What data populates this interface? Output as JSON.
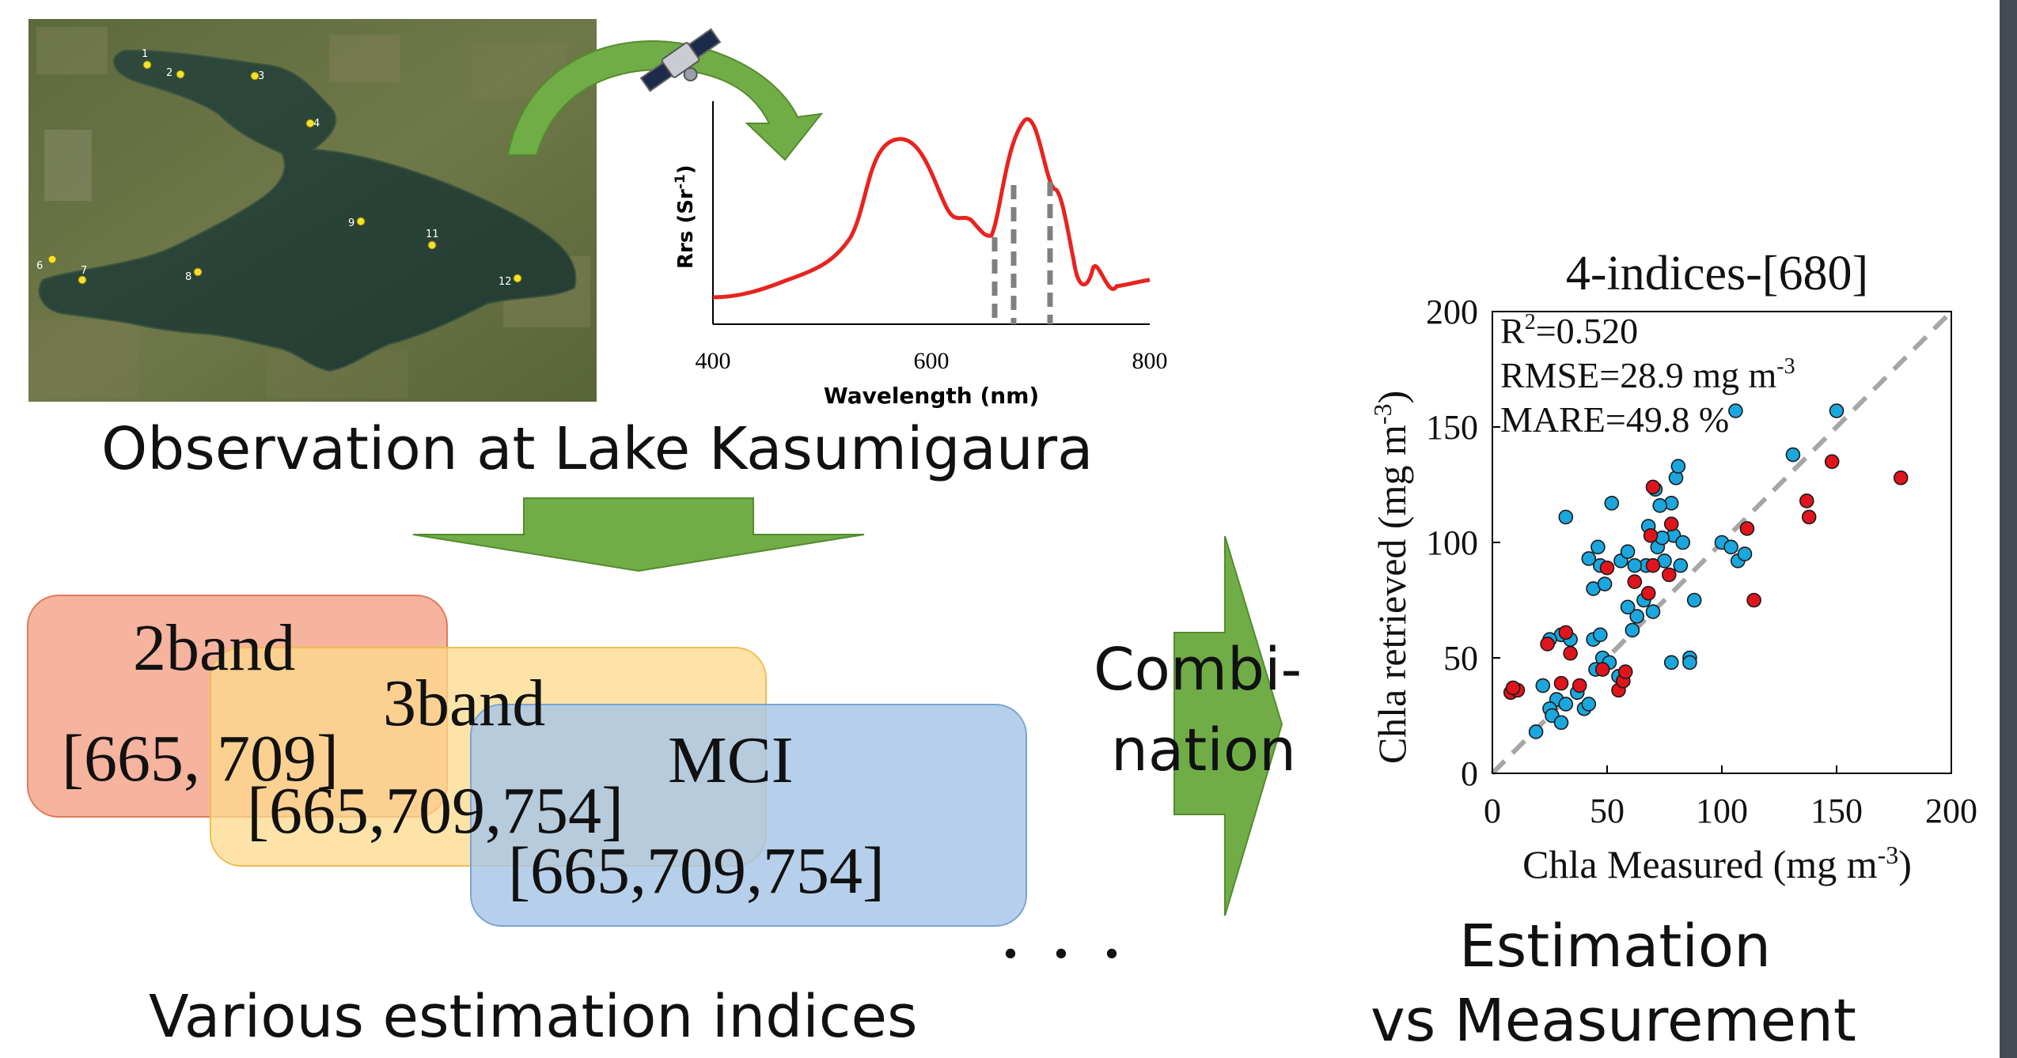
{
  "map": {
    "site_markers": [
      "1",
      "2",
      "3",
      "4",
      "6",
      "7",
      "8",
      "9",
      "11",
      "12"
    ]
  },
  "spectrum": {
    "ylabel": "Rrs (Sr",
    "ylabel_sup": "-1",
    "ylabel_close": ")",
    "xlabel": "Wavelength (nm)",
    "xticks": [
      "400",
      "600",
      "800"
    ]
  },
  "captions": {
    "observation": "Observation at Lake Kasumigaura",
    "indices": "Various estimation indices",
    "combination_line1": "Combi-",
    "combination_line2": "nation",
    "ellipsis": "・・・",
    "estimation_line1": "Estimation",
    "estimation_line2": "vs Measurement"
  },
  "index_boxes": {
    "box1_line1": "2band",
    "box1_line2": "[665, 709]",
    "box2_line1": "3band",
    "box2_line2": "[665,709,754]",
    "box3_line1": "MCI",
    "box3_line2": "[665,709,754]"
  },
  "colors": {
    "spectrum_line": "#e8231f",
    "arrow_green": "#70ad47",
    "scatter_blue": "#1ba6de",
    "scatter_red": "#e0141c"
  },
  "chart_data": {
    "type": "scatter",
    "title": "4-indices-[680]",
    "xlabel": "Chla Measured (mg m",
    "xlabel_sup": "-3",
    "xlabel_close": ")",
    "ylabel": "Chla retrieved  (mg m",
    "ylabel_sup": "-3",
    "ylabel_close": ")",
    "xlim": [
      0,
      200
    ],
    "ylim": [
      0,
      200
    ],
    "xticks": [
      0,
      50,
      100,
      150,
      200
    ],
    "yticks": [
      0,
      50,
      100,
      150,
      200
    ],
    "stats": [
      "R",
      "=0.520",
      "RMSE=28.9 mg m",
      "MARE=49.8 %"
    ],
    "stats_sup": [
      "2",
      "-3"
    ],
    "one_to_one_line": true,
    "series": [
      {
        "color": "#1ba6de",
        "points": [
          [
            30,
            60
          ],
          [
            25,
            58
          ],
          [
            34,
            58
          ],
          [
            22,
            38
          ],
          [
            28,
            32
          ],
          [
            32,
            30
          ],
          [
            37,
            35
          ],
          [
            25,
            28
          ],
          [
            26,
            25
          ],
          [
            30,
            22
          ],
          [
            19,
            18
          ],
          [
            40,
            28
          ],
          [
            42,
            30
          ],
          [
            45,
            45
          ],
          [
            48,
            50
          ],
          [
            44,
            58
          ],
          [
            51,
            48
          ],
          [
            47,
            60
          ],
          [
            55,
            42
          ],
          [
            57,
            40
          ],
          [
            61,
            62
          ],
          [
            63,
            68
          ],
          [
            66,
            75
          ],
          [
            70,
            70
          ],
          [
            59,
            72
          ],
          [
            67,
            90
          ],
          [
            62,
            90
          ],
          [
            72,
            98
          ],
          [
            75,
            92
          ],
          [
            82,
            90
          ],
          [
            88,
            75
          ],
          [
            79,
            103
          ],
          [
            83,
            100
          ],
          [
            78,
            117
          ],
          [
            71,
            123
          ],
          [
            73,
            116
          ],
          [
            80,
            128
          ],
          [
            81,
            133
          ],
          [
            52,
            117
          ],
          [
            46,
            98
          ],
          [
            47,
            90
          ],
          [
            42,
            93
          ],
          [
            44,
            80
          ],
          [
            49,
            82
          ],
          [
            56,
            92
          ],
          [
            59,
            96
          ],
          [
            68,
            107
          ],
          [
            74,
            102
          ],
          [
            32,
            111
          ],
          [
            86,
            50
          ],
          [
            78,
            48
          ],
          [
            86,
            48
          ],
          [
            100,
            100
          ],
          [
            104,
            98
          ],
          [
            107,
            92
          ],
          [
            110,
            95
          ],
          [
            106,
            157
          ],
          [
            131,
            138
          ],
          [
            150,
            157
          ]
        ]
      },
      {
        "color": "#e0141c",
        "points": [
          [
            8,
            35
          ],
          [
            11,
            36
          ],
          [
            9,
            37
          ],
          [
            24,
            56
          ],
          [
            32,
            61
          ],
          [
            34,
            52
          ],
          [
            30,
            39
          ],
          [
            38,
            38
          ],
          [
            48,
            45
          ],
          [
            55,
            36
          ],
          [
            57,
            40
          ],
          [
            58,
            44
          ],
          [
            50,
            89
          ],
          [
            62,
            83
          ],
          [
            68,
            78
          ],
          [
            70,
            90
          ],
          [
            77,
            86
          ],
          [
            69,
            103
          ],
          [
            70,
            124
          ],
          [
            78,
            108
          ],
          [
            111,
            106
          ],
          [
            114,
            75
          ],
          [
            137,
            118
          ],
          [
            138,
            111
          ],
          [
            148,
            135
          ],
          [
            178,
            128
          ]
        ]
      }
    ]
  }
}
